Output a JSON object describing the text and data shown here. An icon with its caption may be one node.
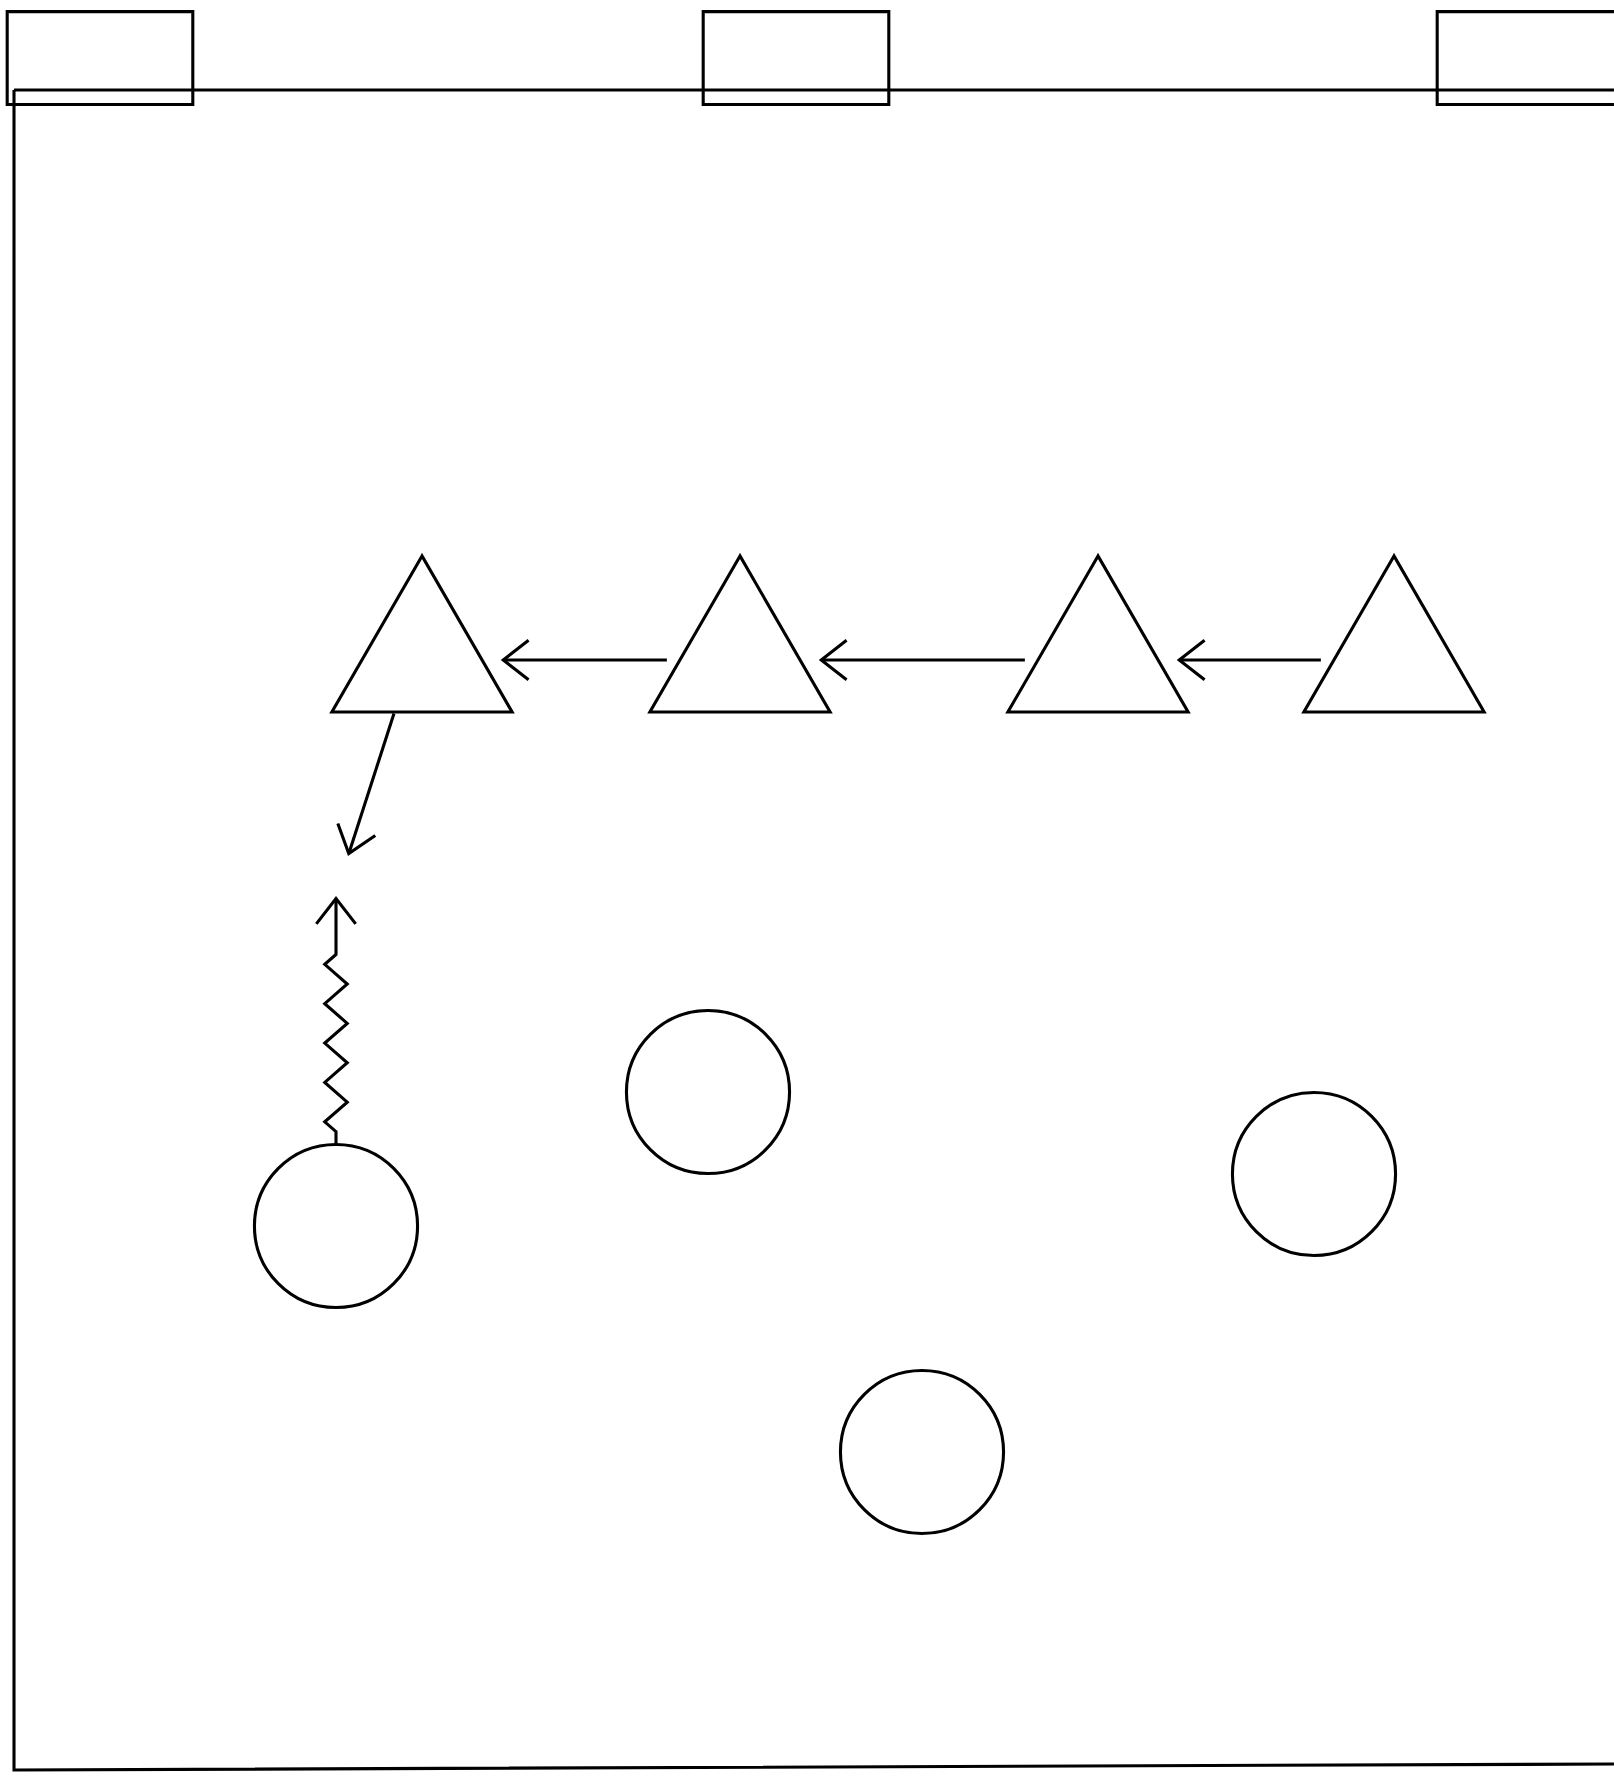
{
  "diagram": {
    "nodes": [
      {
        "text": [],
        "shape": "box"
      },
      {
        "text": [],
        "shape": "box"
      },
      {
        "text": [],
        "shape": "box"
      },
      {
        "text": [],
        "shape": "triangle"
      },
      {
        "text": [],
        "shape": "triangle"
      },
      {
        "text": [],
        "shape": "triangle"
      },
      {
        "text": [],
        "shape": "triangle"
      },
      {
        "text": [],
        "shape": "circle"
      },
      {
        "text": [],
        "shape": "circle"
      },
      {
        "text": [],
        "shape": "circle"
      },
      {
        "text": [],
        "shape": "circle"
      }
    ],
    "edges": [
      {
        "from": 4,
        "to": 3,
        "arrow": "to"
      },
      {
        "from": 5,
        "to": 4,
        "arrow": "to"
      },
      {
        "from": 6,
        "to": 5,
        "arrow": "to"
      },
      {
        "from": 3,
        "to": null,
        "arrow": "to"
      },
      {
        "from": 7,
        "to": null,
        "arrow": "to"
      }
    ]
  }
}
